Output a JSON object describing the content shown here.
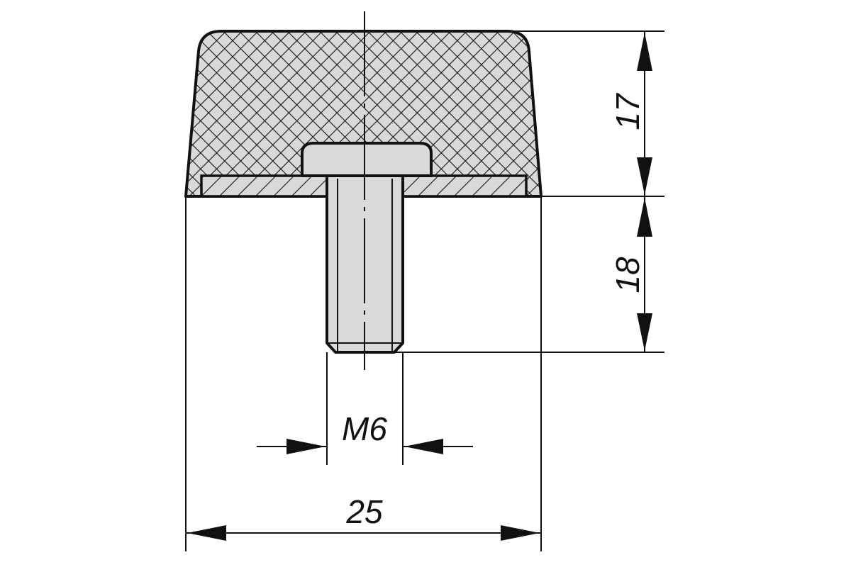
{
  "dimensions": {
    "total_width": "25",
    "thread": "M6",
    "body_height": "17",
    "stud_length": "18"
  },
  "colors": {
    "line": "#111111",
    "fill": "#d9d9d9",
    "background": "#ffffff"
  }
}
